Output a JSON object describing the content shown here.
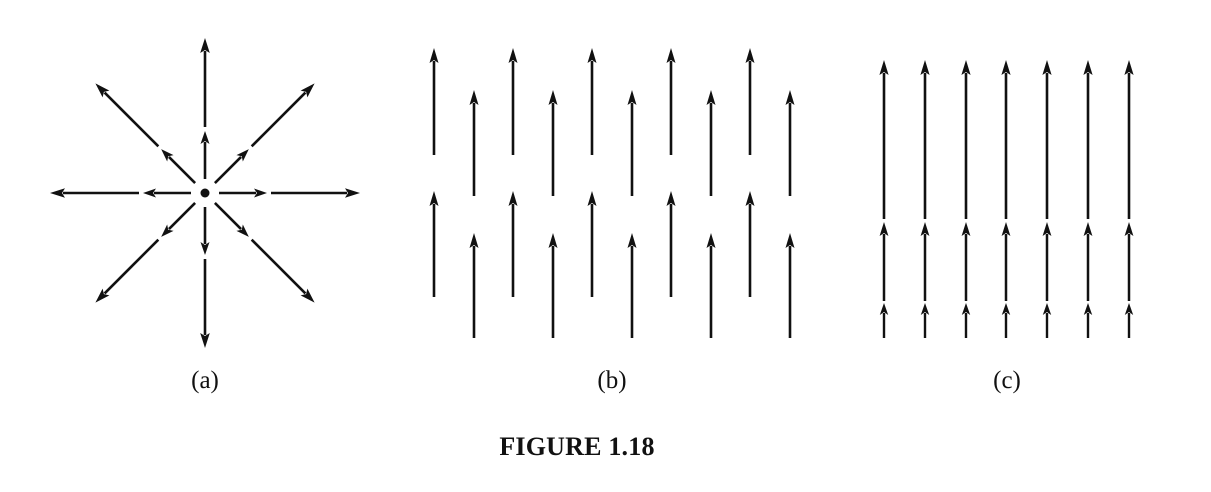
{
  "figure": {
    "caption": "FIGURE 1.18",
    "panels": [
      {
        "id": "a",
        "label": "(a)",
        "field": "radial field diverging from a point source"
      },
      {
        "id": "b",
        "label": "(b)",
        "field": "uniform upward field, staggered arrows"
      },
      {
        "id": "c",
        "label": "(c)",
        "field": "upward field with magnitude increasing with height"
      }
    ],
    "stroke_color": "#111111"
  }
}
